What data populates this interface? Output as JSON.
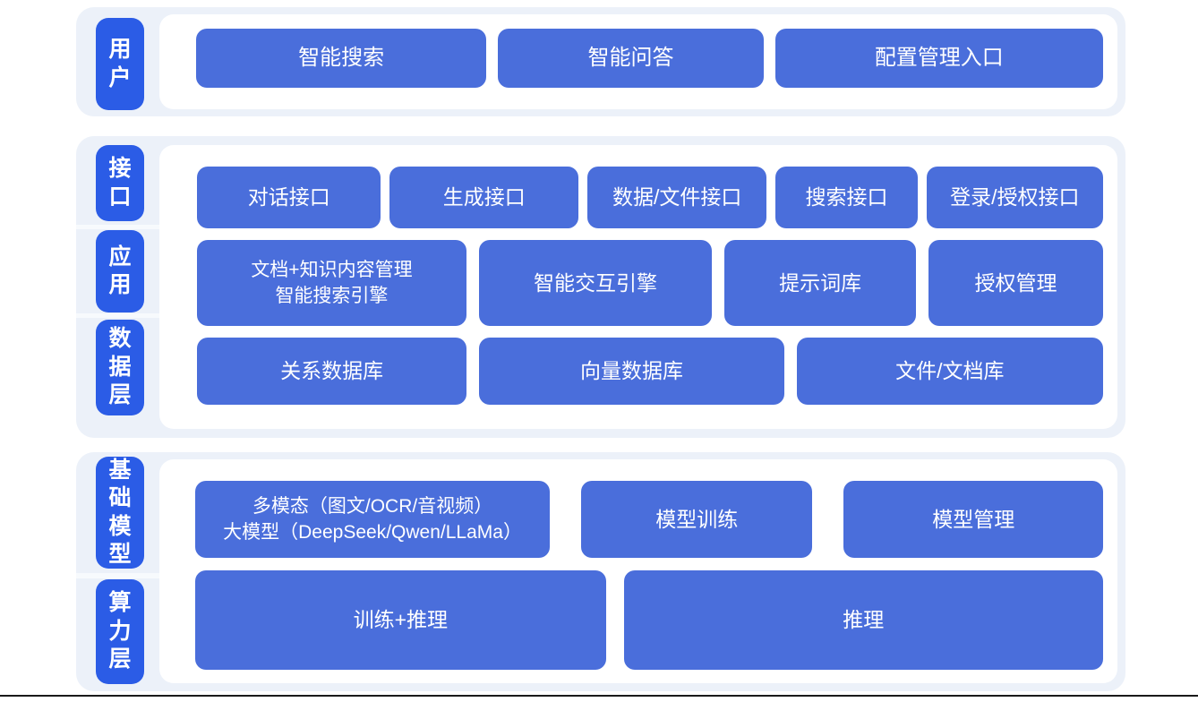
{
  "colors": {
    "band_background": "#ECF1F9",
    "layer_pill_blue": "#2B5CE6",
    "node_blue": "#4A6EDB",
    "node_text": "#FFFFFF",
    "panel_background": "#FFFFFF",
    "bottom_rule": "#1A1A1A"
  },
  "bands": [
    {
      "pills": [
        {
          "label": "用户"
        }
      ],
      "rows": [
        {
          "buttons": [
            {
              "label": "智能搜索"
            },
            {
              "label": "智能问答"
            },
            {
              "label": "配置管理入口"
            }
          ]
        }
      ]
    },
    {
      "pills": [
        {
          "label": "接口"
        },
        {
          "label": "应用"
        },
        {
          "label": "数据层"
        }
      ],
      "rows": [
        {
          "buttons": [
            {
              "label": "对话接口"
            },
            {
              "label": "生成接口"
            },
            {
              "label": "数据/文件接口"
            },
            {
              "label": "搜索接口"
            },
            {
              "label": "登录/授权接口"
            }
          ]
        },
        {
          "buttons": [
            {
              "lines": [
                "文档+知识内容管理",
                "智能搜索引擎"
              ]
            },
            {
              "label": "智能交互引擎"
            },
            {
              "label": "提示词库"
            },
            {
              "label": "授权管理"
            }
          ]
        },
        {
          "buttons": [
            {
              "label": "关系数据库"
            },
            {
              "label": "向量数据库"
            },
            {
              "label": "文件/文档库"
            }
          ]
        }
      ]
    },
    {
      "pills": [
        {
          "label": "基础模型"
        },
        {
          "label": "算力层"
        }
      ],
      "rows": [
        {
          "buttons": [
            {
              "lines": [
                "多模态（图文/OCR/音视频）",
                "大模型（DeepSeek/Qwen/LLaMa）"
              ]
            },
            {
              "label": "模型训练"
            },
            {
              "label": "模型管理"
            }
          ]
        },
        {
          "buttons": [
            {
              "label": "训练+推理"
            },
            {
              "label": "推理"
            }
          ]
        }
      ]
    }
  ]
}
